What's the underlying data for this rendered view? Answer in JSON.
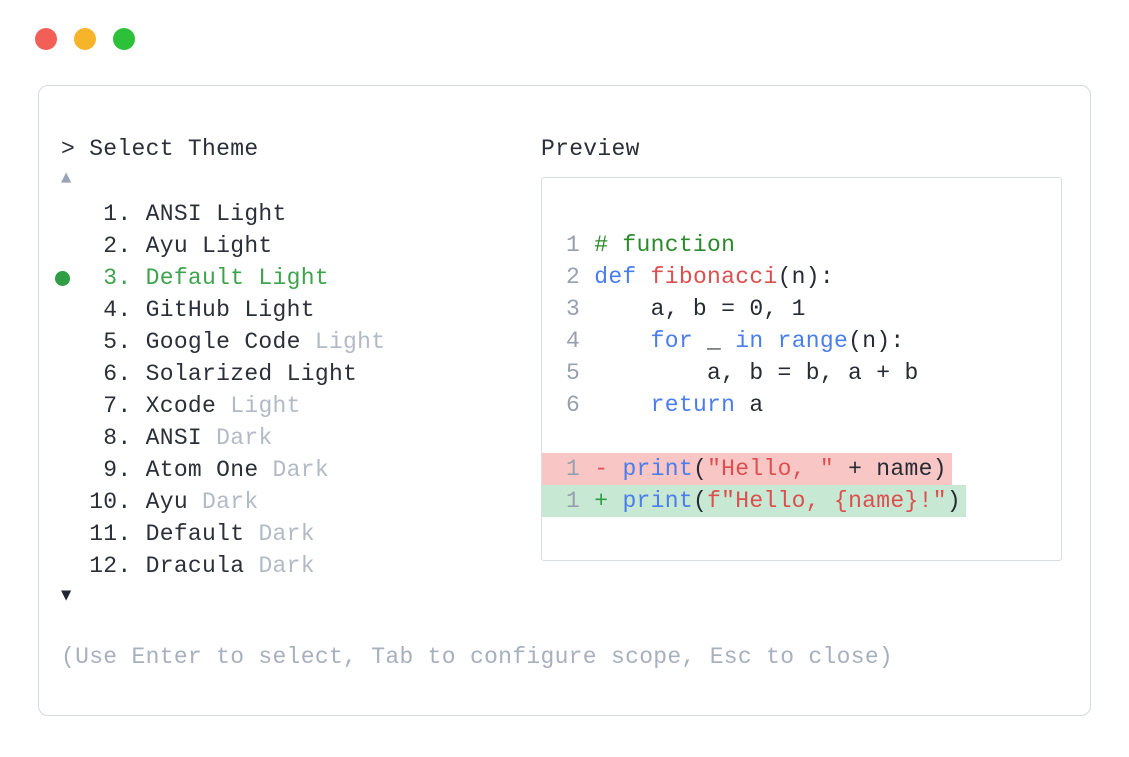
{
  "colors": {
    "traffic_red": "#f15f56",
    "traffic_yellow": "#f6b42a",
    "traffic_green": "#2cc138",
    "panel_border": "#d4d8e0",
    "box_border": "#d8dce3",
    "text_dark": "#2b2f38",
    "muted": "#b3bac7",
    "hint": "#a8b0bf",
    "arrow_up": "#98a3b6",
    "arrow_down": "#212633",
    "accent_green": "#3fa34d",
    "dot_green": "#2f9e44",
    "line_number": "#98a0ae",
    "comment": "#2b8a2b",
    "keyword": "#4a7dee",
    "name_red": "#dd4f4f",
    "string_red": "#dd4f4f",
    "plain": "#262b33",
    "minus": "#e05353",
    "plus": "#2f9e44",
    "diff_del_bg": "#f9c6c6",
    "diff_add_bg": "#c7e8d2"
  },
  "picker": {
    "prompt": "> Select Theme",
    "up_arrow": "▲",
    "down_arrow": "▼",
    "items": [
      {
        "number": "   1.",
        "name": "ANSI Light",
        "muted_suffix": "",
        "selected": false
      },
      {
        "number": "   2.",
        "name": "Ayu Light",
        "muted_suffix": "",
        "selected": false
      },
      {
        "number": "   3.",
        "name": "Default Light",
        "muted_suffix": "",
        "selected": true
      },
      {
        "number": "   4.",
        "name": "GitHub Light",
        "muted_suffix": "",
        "selected": false
      },
      {
        "number": "   5.",
        "name": "Google Code",
        "muted_suffix": "Light",
        "selected": false
      },
      {
        "number": "   6.",
        "name": "Solarized Light",
        "muted_suffix": "",
        "selected": false
      },
      {
        "number": "   7.",
        "name": "Xcode",
        "muted_suffix": "Light",
        "selected": false
      },
      {
        "number": "   8.",
        "name": "ANSI",
        "muted_suffix": "Dark",
        "selected": false
      },
      {
        "number": "   9.",
        "name": "Atom One",
        "muted_suffix": "Dark",
        "selected": false
      },
      {
        "number": "  10.",
        "name": "Ayu",
        "muted_suffix": "Dark",
        "selected": false
      },
      {
        "number": "  11.",
        "name": "Default",
        "muted_suffix": "Dark",
        "selected": false
      },
      {
        "number": "  12.",
        "name": "Dracula",
        "muted_suffix": "Dark",
        "selected": false
      }
    ],
    "hint": "(Use Enter to select, Tab to configure scope, Esc to close)"
  },
  "preview": {
    "title": "Preview",
    "lines": [
      {
        "num": "1",
        "type": "code",
        "tokens": [
          {
            "c": "com",
            "t": "# function"
          }
        ]
      },
      {
        "num": "2",
        "type": "code",
        "tokens": [
          {
            "c": "kw",
            "t": "def"
          },
          {
            "c": "pl",
            "t": " "
          },
          {
            "c": "fn",
            "t": "fibonacci"
          },
          {
            "c": "pl",
            "t": "(n):"
          }
        ]
      },
      {
        "num": "3",
        "type": "code",
        "tokens": [
          {
            "c": "pl",
            "t": "    a, b = 0, 1"
          }
        ]
      },
      {
        "num": "4",
        "type": "code",
        "tokens": [
          {
            "c": "pl",
            "t": "    "
          },
          {
            "c": "kw",
            "t": "for"
          },
          {
            "c": "pl",
            "t": " _ "
          },
          {
            "c": "kw",
            "t": "in"
          },
          {
            "c": "pl",
            "t": " "
          },
          {
            "c": "kw",
            "t": "range"
          },
          {
            "c": "pl",
            "t": "(n):"
          }
        ]
      },
      {
        "num": "5",
        "type": "code",
        "tokens": [
          {
            "c": "pl",
            "t": "        a, b = b, a + b"
          }
        ]
      },
      {
        "num": "6",
        "type": "code",
        "tokens": [
          {
            "c": "pl",
            "t": "    "
          },
          {
            "c": "kw",
            "t": "return"
          },
          {
            "c": "pl",
            "t": " a"
          }
        ]
      },
      {
        "num": "",
        "type": "blank",
        "tokens": []
      },
      {
        "num": "1",
        "type": "del",
        "tokens": [
          {
            "c": "minus",
            "t": "-"
          },
          {
            "c": "pl",
            "t": " "
          },
          {
            "c": "kw",
            "t": "print"
          },
          {
            "c": "pl",
            "t": "("
          },
          {
            "c": "str",
            "t": "\"Hello, \""
          },
          {
            "c": "pl",
            "t": " + name)"
          }
        ]
      },
      {
        "num": "1",
        "type": "add",
        "tokens": [
          {
            "c": "plus",
            "t": "+"
          },
          {
            "c": "pl",
            "t": " "
          },
          {
            "c": "kw",
            "t": "print"
          },
          {
            "c": "pl",
            "t": "("
          },
          {
            "c": "str",
            "t": "f\"Hello, {name}!\""
          },
          {
            "c": "pl",
            "t": ")"
          }
        ]
      }
    ]
  }
}
